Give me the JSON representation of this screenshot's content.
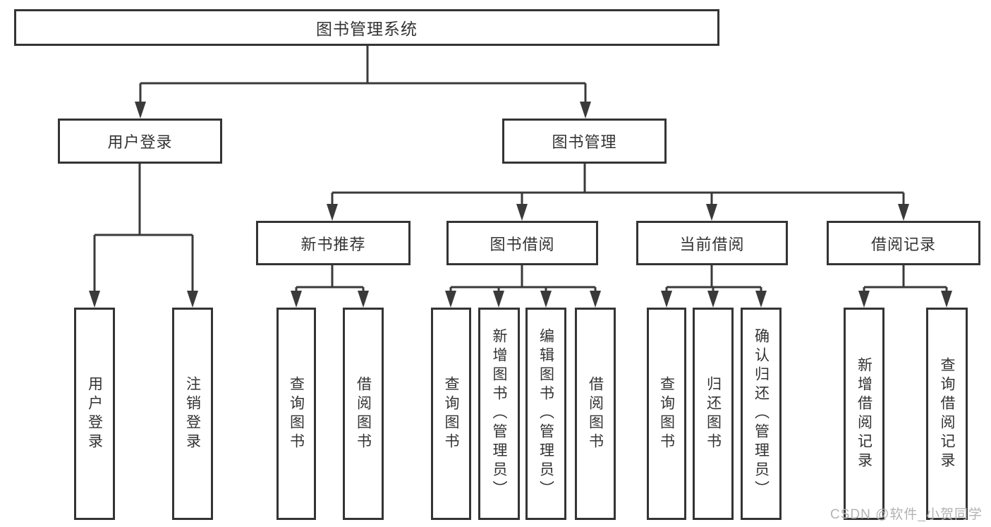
{
  "diagram_title": "图书管理系统",
  "tree": {
    "label": "图书管理系统",
    "children": [
      {
        "label": "用户登录",
        "children": [
          {
            "label": "用户登录"
          },
          {
            "label": "注销登录"
          }
        ]
      },
      {
        "label": "图书管理",
        "children": [
          {
            "label": "新书推荐",
            "children": [
              {
                "label": "查询图书"
              },
              {
                "label": "借阅图书"
              }
            ]
          },
          {
            "label": "图书借阅",
            "children": [
              {
                "label": "查询图书"
              },
              {
                "label": "新增图书（管理员）"
              },
              {
                "label": "编辑图书（管理员）"
              },
              {
                "label": "借阅图书"
              }
            ]
          },
          {
            "label": "当前借阅",
            "children": [
              {
                "label": "查询图书"
              },
              {
                "label": "归还图书"
              },
              {
                "label": "确认归还（管理员）"
              }
            ]
          },
          {
            "label": "借阅记录",
            "children": [
              {
                "label": "新增借阅记录"
              },
              {
                "label": "查询借阅记录"
              }
            ]
          }
        ]
      }
    ]
  },
  "watermark": {
    "text": "CSDN @软件_小贺同学"
  },
  "colors": {
    "background": "#ffffff",
    "box_border": "#343434",
    "connector_line": "#3a3a3a",
    "text": "#333333",
    "watermark_text": "#b3b3b3"
  }
}
